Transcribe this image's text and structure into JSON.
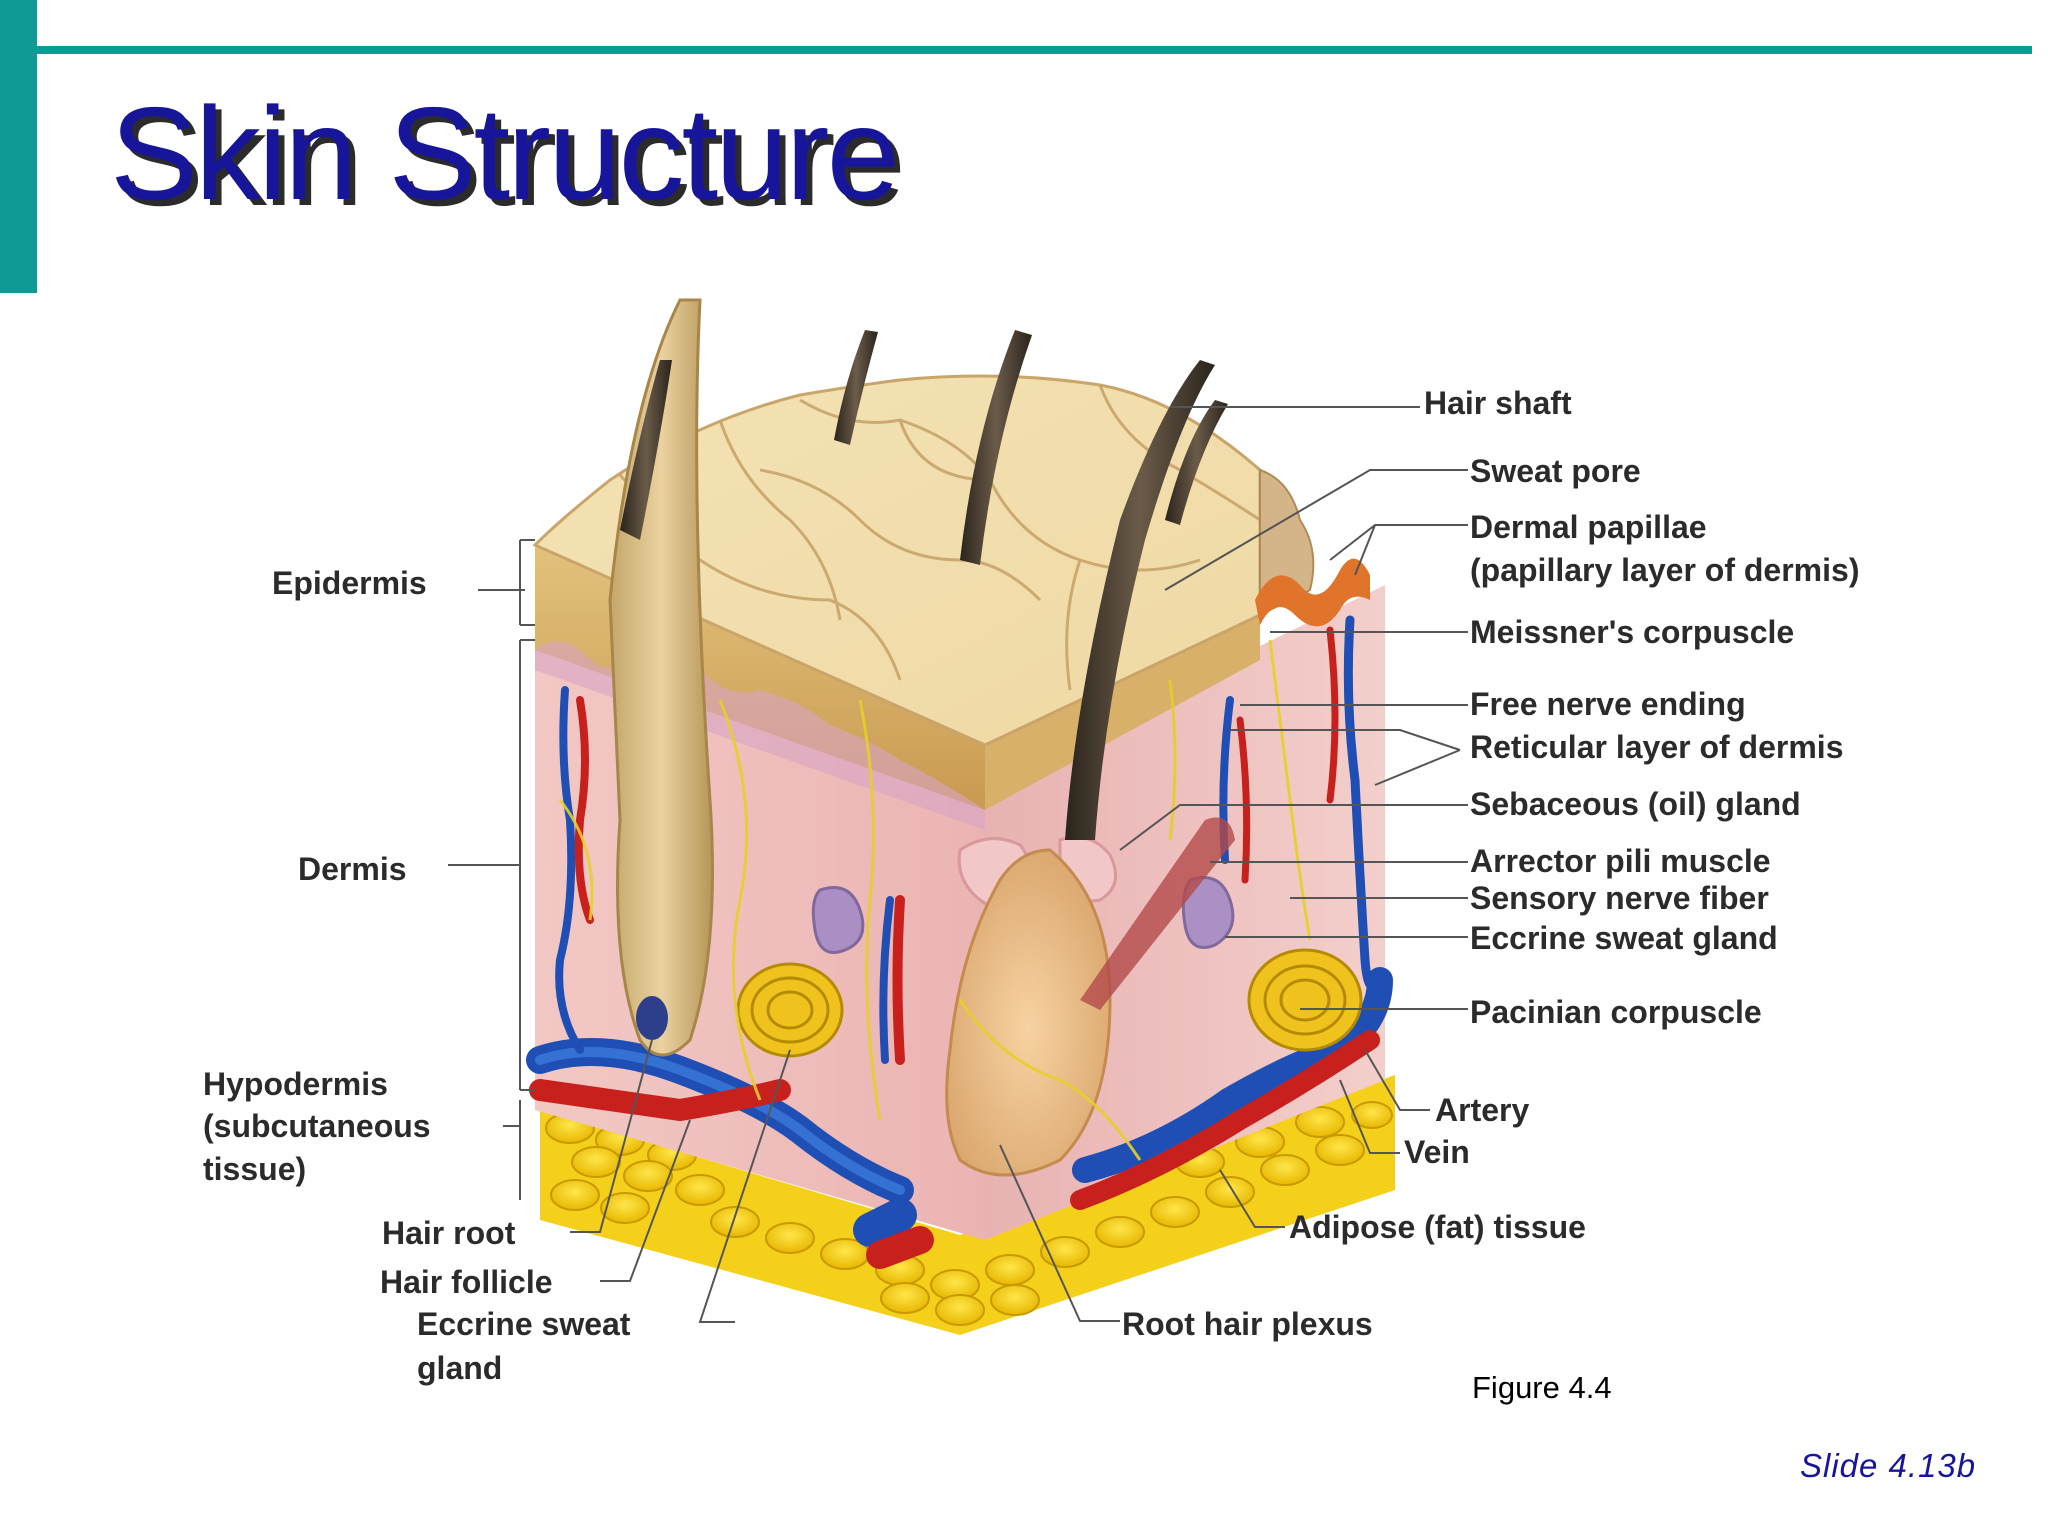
{
  "title": "Skin Structure",
  "colors": {
    "accent": "#0f9a96",
    "title": "#17169a",
    "line": "#555555"
  },
  "labels": {
    "epidermis": "Epidermis",
    "dermis": "Dermis",
    "hypodermis_1": "Hypodermis",
    "hypodermis_2": "(subcutaneous",
    "hypodermis_3": "tissue)",
    "hair_root": "Hair root",
    "hair_follicle": "Hair follicle",
    "eccrine_sweat_gland_left_1": "Eccrine sweat",
    "eccrine_sweat_gland_left_2": "gland",
    "hair_shaft": "Hair shaft",
    "sweat_pore": "Sweat pore",
    "dermal_papillae_1": "Dermal papillae",
    "dermal_papillae_2": "(papillary layer of dermis)",
    "meissners_corpuscle": "Meissner's corpuscle",
    "free_nerve_ending": "Free nerve ending",
    "reticular_layer": "Reticular layer of dermis",
    "sebaceous_gland": "Sebaceous (oil) gland",
    "arrector_pili": "Arrector pili muscle",
    "sensory_nerve_fiber": "Sensory nerve fiber",
    "eccrine_sweat_gland_right": "Eccrine sweat gland",
    "pacinian_corpuscle": "Pacinian corpuscle",
    "artery": "Artery",
    "vein": "Vein",
    "adipose_tissue": "Adipose (fat) tissue",
    "root_hair_plexus": "Root hair plexus"
  },
  "figure_caption": "Figure 4.4",
  "slide_number": "Slide 4.13b"
}
